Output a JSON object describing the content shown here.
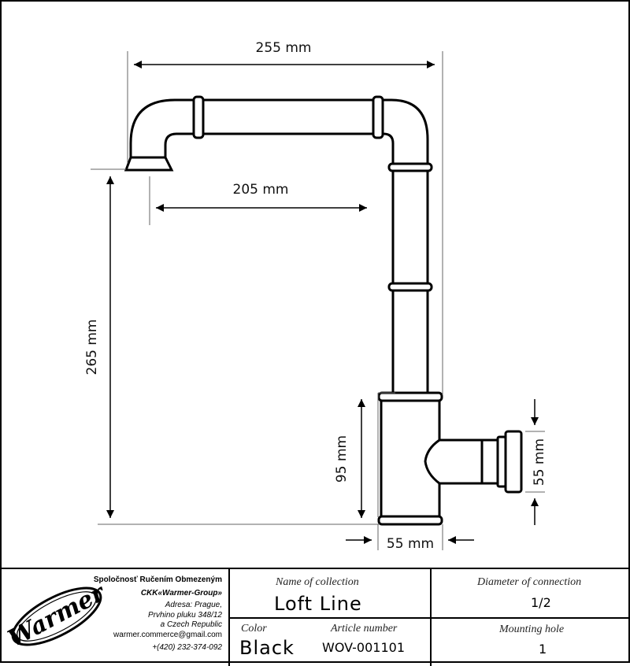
{
  "dimensions": {
    "top_width": "255 mm",
    "spout_reach": "205 mm",
    "total_height": "265 mm",
    "base_height": "95 mm",
    "base_width": "55 mm",
    "connector_height": "55 mm"
  },
  "company": {
    "name": "Spoločnosť Ručením Obmezeným",
    "group": "CKK«Warmer-Group»",
    "address_line1": "Adresa: Prague,",
    "address_line2": "Prvhino pluku 348/12",
    "address_line3": "a Czech Republic",
    "email": "warmer.commerce@gmail.com",
    "phone": "+(420) 232-374-092",
    "logo_text": "Warmer"
  },
  "specs": {
    "collection_label": "Name of collection",
    "collection_value": "Loft Line",
    "color_label": "Color",
    "color_value": "Black",
    "article_label": "Article number",
    "article_value": "WOV-001101",
    "diameter_label": "Diameter of connection",
    "diameter_value": "1/2",
    "mounting_label": "Mounting hole",
    "mounting_value": "1"
  }
}
